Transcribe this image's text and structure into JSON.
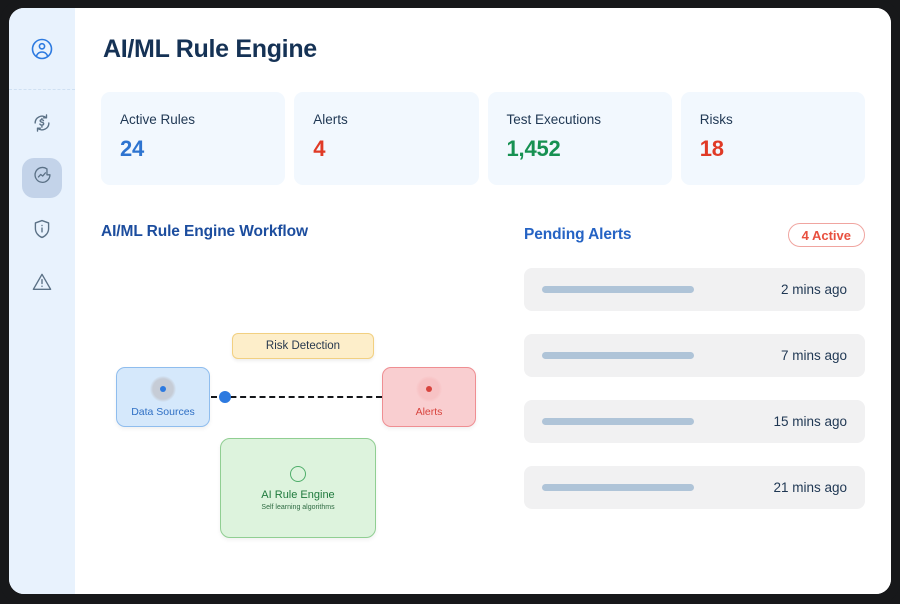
{
  "sidebar": {
    "items": [
      {
        "name": "user-profile",
        "icon": "user-circle-icon",
        "selected": false
      },
      {
        "name": "billing-sync",
        "icon": "currency-refresh-icon",
        "selected": false
      },
      {
        "name": "analytics",
        "icon": "chart-bubble-icon",
        "selected": true
      },
      {
        "name": "security",
        "icon": "shield-info-icon",
        "selected": false
      },
      {
        "name": "warnings",
        "icon": "warning-triangle-icon",
        "selected": false
      }
    ]
  },
  "header": {
    "title": "AI/ML Rule Engine"
  },
  "stats": [
    {
      "label": "Active Rules",
      "value": "24",
      "color": "#2e74d0"
    },
    {
      "label": "Alerts",
      "value": "4",
      "color": "#e03a26"
    },
    {
      "label": "Test Executions",
      "value": "1,452",
      "color": "#179152"
    },
    {
      "label": "Risks",
      "value": "18",
      "color": "#e03a26"
    }
  ],
  "workflow": {
    "title": "AI/ML Rule Engine Workflow",
    "chip": {
      "label": "Risk Detection"
    },
    "nodes": [
      {
        "id": "data-sources",
        "label": "Data Sources",
        "sub": ""
      },
      {
        "id": "alerts",
        "label": "Alerts",
        "sub": ""
      },
      {
        "id": "ai-rule-engine",
        "label": "AI Rule Engine",
        "sub": "Self learning algorithms"
      }
    ]
  },
  "pending_alerts": {
    "title": "Pending Alerts",
    "badge": "4 Active",
    "rows": [
      {
        "time": "2 mins ago"
      },
      {
        "time": "7 mins ago"
      },
      {
        "time": "15 mins ago"
      },
      {
        "time": "21 mins ago"
      }
    ]
  }
}
